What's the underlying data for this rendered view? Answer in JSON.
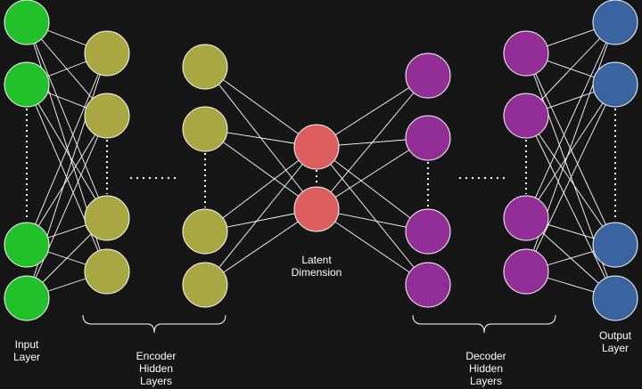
{
  "colors": {
    "background": "#161616",
    "input": "#22c02a",
    "encoder": "#a9a742",
    "latent": "#dd5e5e",
    "decoder": "#922e96",
    "output": "#3a64a0",
    "node_stroke": "#ffffff",
    "edge": "#ffffff",
    "text": "#ffffff"
  },
  "labels": {
    "input": [
      "Input",
      "Layer"
    ],
    "encoder": [
      "Encoder",
      "Hidden",
      "Layers"
    ],
    "latent": [
      "Latent",
      "Dimension"
    ],
    "decoder": [
      "Decoder",
      "Hidden",
      "Layers"
    ],
    "output": [
      "Output",
      "Layer"
    ]
  },
  "layers": [
    {
      "id": "input-layer",
      "role": "input",
      "nodes": 4
    },
    {
      "id": "encoder-hidden-1",
      "role": "encoder",
      "nodes": 4
    },
    {
      "id": "encoder-hidden-n",
      "role": "encoder",
      "nodes": 4
    },
    {
      "id": "latent-layer",
      "role": "latent",
      "nodes": 2
    },
    {
      "id": "decoder-hidden-1",
      "role": "decoder",
      "nodes": 4
    },
    {
      "id": "decoder-hidden-n",
      "role": "decoder",
      "nodes": 4
    },
    {
      "id": "output-layer",
      "role": "output",
      "nodes": 4
    }
  ]
}
